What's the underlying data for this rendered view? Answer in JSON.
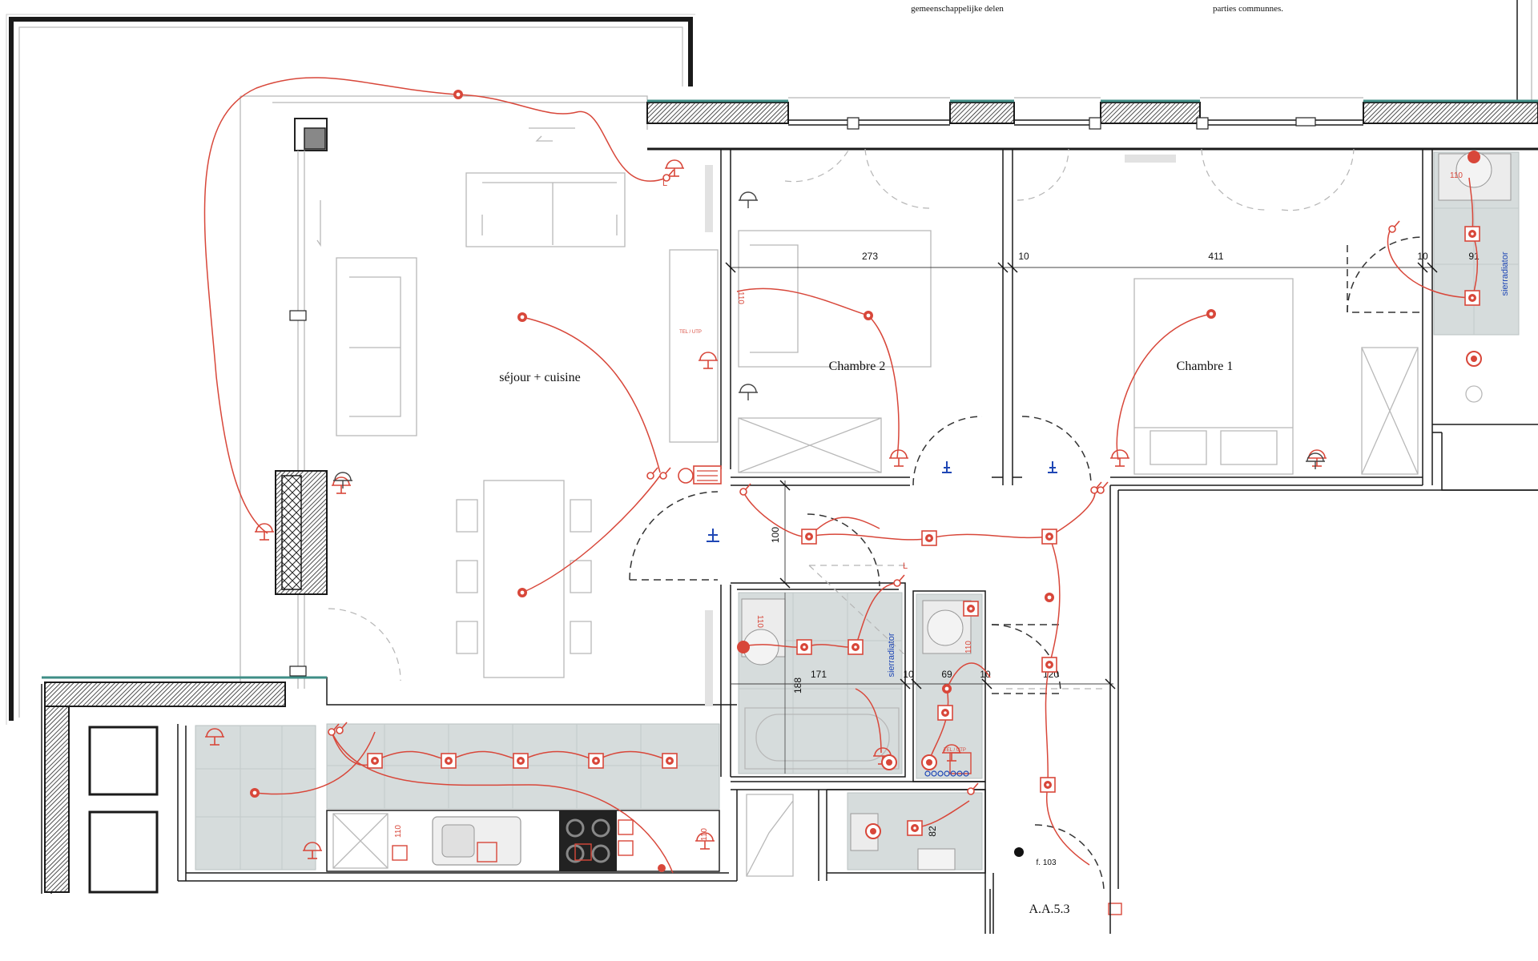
{
  "header": {
    "left_note": "gemeenschappelijke delen",
    "right_note": "parties communnes."
  },
  "rooms": {
    "living": "séjour + cuisine",
    "bedroom2": "Chambre 2",
    "bedroom1": "Chambre 1"
  },
  "dimensions": {
    "d273": "273",
    "d10a": "10",
    "d411": "411",
    "d10b": "10",
    "d91": "91",
    "d100": "100",
    "d171": "171",
    "d10c": "10",
    "d69": "69",
    "d10d": "10",
    "d120": "120",
    "d188": "188",
    "d82": "82"
  },
  "labels": {
    "sierradiator_1": "sierradiator",
    "sierradiator_2": "sierradiator",
    "h110_1": "110",
    "h110_2": "110",
    "h110_3": "110",
    "h110_4": "110",
    "h110_5": "110",
    "h110_6": "110",
    "tel_utp_1": "TEL / UTP",
    "tel_utp_2": "TEL / UTP",
    "l_mark_1": "L",
    "l_mark_2": "L",
    "f103": "f. 103",
    "unit_code": "A.A.5.3"
  },
  "colors": {
    "electrical": "#d8473a",
    "tiles": "#d6dcdc",
    "walls": "#1a1a1a",
    "annotation_blue": "#1f47b5",
    "glazing": "#3f8e86"
  }
}
